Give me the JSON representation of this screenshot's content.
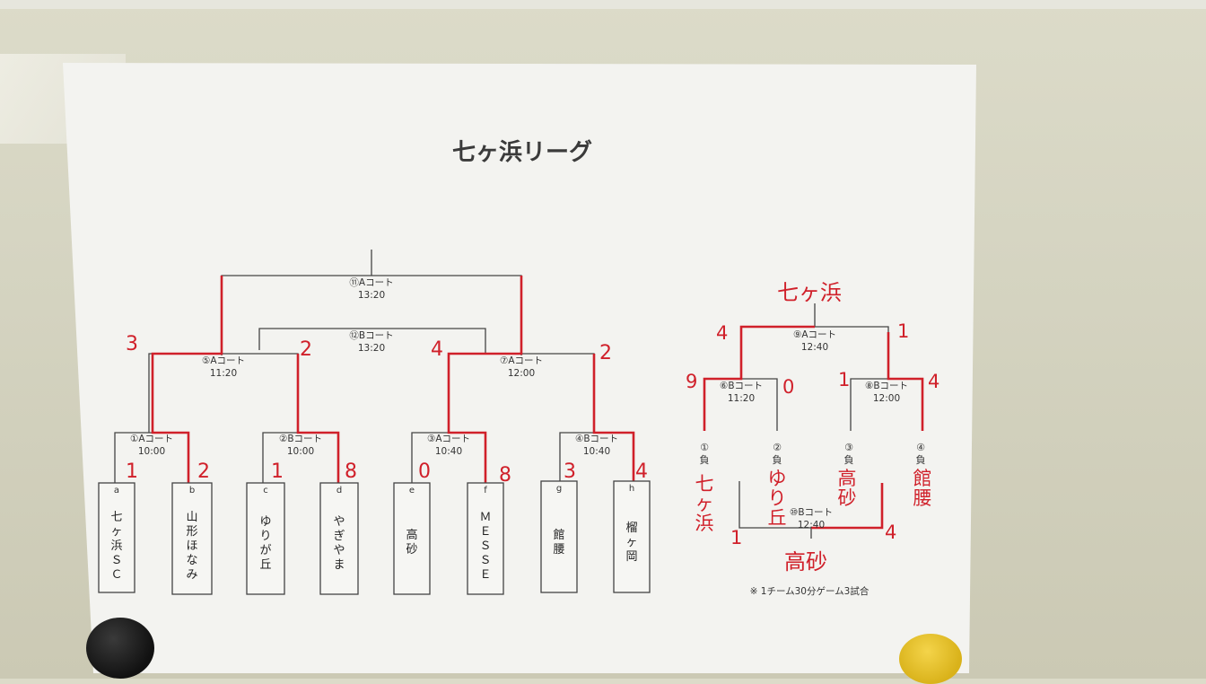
{
  "title": "七ヶ浜リーグ",
  "main": {
    "teams": [
      {
        "letter": "a",
        "name": "七ヶ浜ＳＣ"
      },
      {
        "letter": "b",
        "name": "山形ほなみ"
      },
      {
        "letter": "c",
        "name": "ゆりが丘"
      },
      {
        "letter": "d",
        "name": "やぎやま"
      },
      {
        "letter": "e",
        "name": "高砂"
      },
      {
        "letter": "f",
        "name": "ＭＥＳＳＥ"
      },
      {
        "letter": "g",
        "name": "館腰"
      },
      {
        "letter": "h",
        "name": "榴ヶ岡"
      }
    ],
    "matches": [
      {
        "id": "m1",
        "label": "①Aコート",
        "time": "10:00"
      },
      {
        "id": "m2",
        "label": "②Bコート",
        "time": "10:00"
      },
      {
        "id": "m3",
        "label": "③Aコート",
        "time": "10:40"
      },
      {
        "id": "m4",
        "label": "④Bコート",
        "time": "10:40"
      },
      {
        "id": "m5",
        "label": "⑤Aコート",
        "time": "11:20"
      },
      {
        "id": "m7",
        "label": "⑦Aコート",
        "time": "12:00"
      },
      {
        "id": "m11",
        "label": "⑪Aコート",
        "time": "13:20"
      },
      {
        "id": "m12",
        "label": "⑫Bコート",
        "time": "13:20"
      }
    ],
    "scores": [
      "1",
      "2",
      "1",
      "8",
      "0",
      "8",
      "3",
      "4",
      "3",
      "2",
      "4",
      "2"
    ]
  },
  "losers": {
    "slots": [
      {
        "label": "①\n負",
        "hand": "七ヶ浜"
      },
      {
        "label": "②\n負",
        "hand": "ゆり丘"
      },
      {
        "label": "③\n負",
        "hand": "高砂"
      },
      {
        "label": "④\n負",
        "hand": "館腰"
      }
    ],
    "matches": [
      {
        "id": "m6",
        "label": "⑥Bコート",
        "time": "11:20"
      },
      {
        "id": "m8",
        "label": "⑧Bコート",
        "time": "12:00"
      },
      {
        "id": "m9",
        "label": "⑨Aコート",
        "time": "12:40"
      },
      {
        "id": "m10",
        "label": "⑩Bコート",
        "time": "12:40"
      }
    ],
    "scores": [
      "9",
      "0",
      "1",
      "4",
      "4",
      "1",
      "1",
      "4"
    ],
    "winner_top": "七ヶ浜",
    "winner_bottom": "高砂"
  },
  "note": "※ 1チーム30分ゲーム3試合",
  "colors": {
    "ink": "#333333",
    "red": "#d0202a",
    "paper": "#f4f4f1"
  }
}
